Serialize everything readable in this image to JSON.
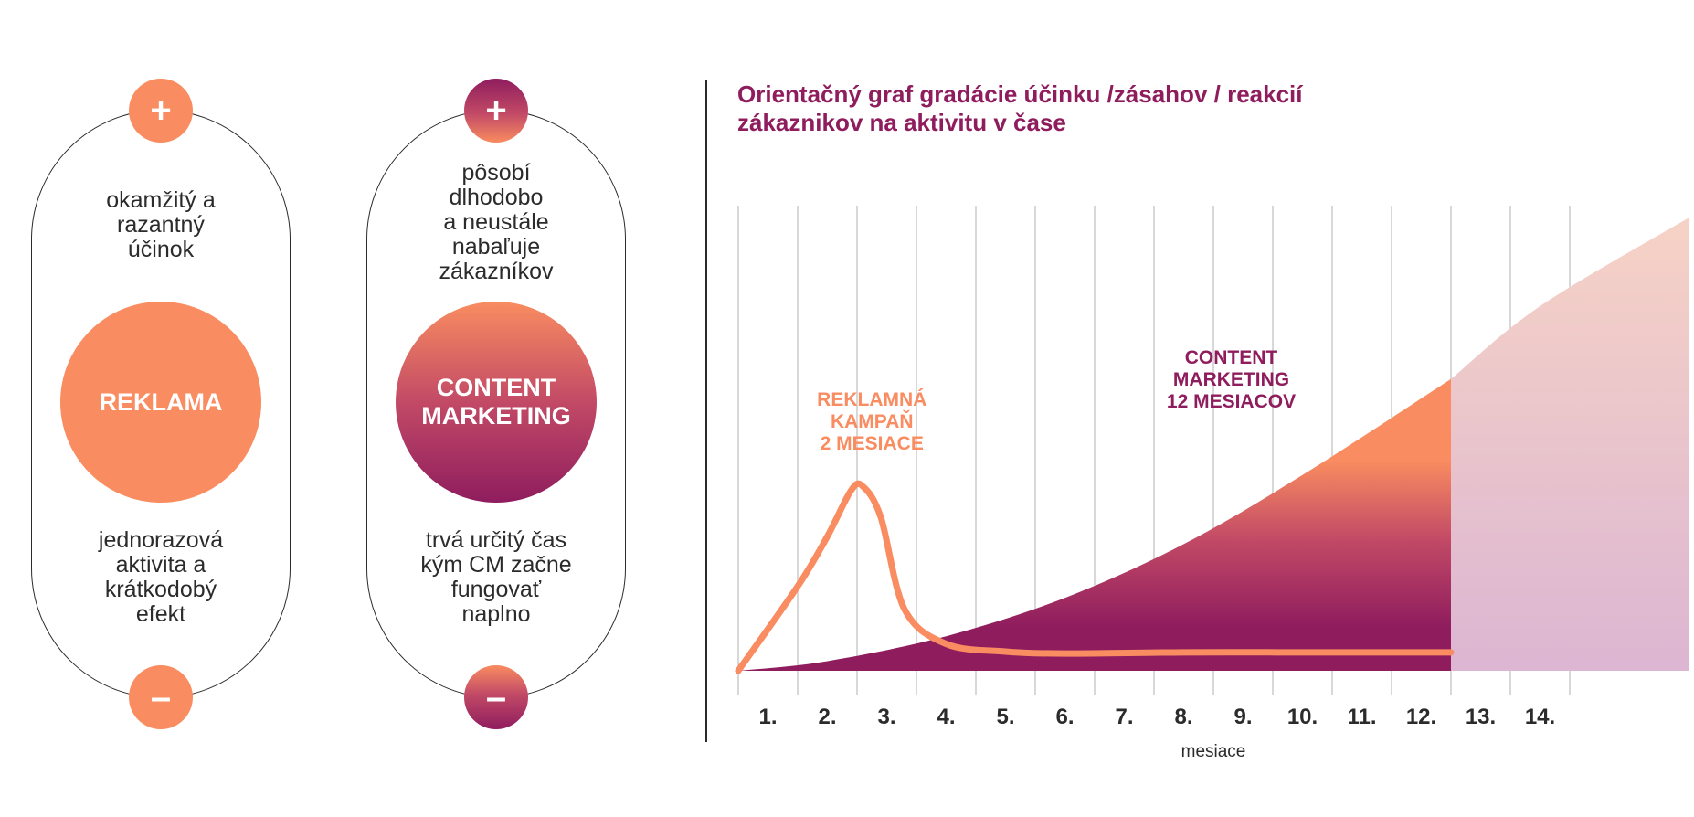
{
  "comparison": {
    "reklama": {
      "plus_symbol": "+",
      "minus_symbol": "–",
      "advantage": "okamžitý a\nrazantný\núčinok",
      "label": "REKLAMA",
      "disadvantage": "jednorazová\naktivita a\nkrátkodobý\nefekt"
    },
    "content_marketing": {
      "plus_symbol": "+",
      "minus_symbol": "–",
      "advantage": "pôsobí\ndlhodobo\na neustále\nnabaľuje\nzákazníkov",
      "label": "CONTENT\nMARKETING",
      "disadvantage": "trvá určitý čas\nkým CM začne\nfungovať\nnaplno"
    }
  },
  "chart_data": {
    "type": "area",
    "title": "Orientačný graf gradácie účinku /zásahov / reakcií zákaznikov na aktivitu v čase",
    "xlabel": "mesiace",
    "ylabel": "",
    "categories": [
      "1.",
      "2.",
      "3.",
      "4.",
      "5.",
      "6.",
      "7.",
      "8.",
      "9.",
      "10.",
      "11.",
      "12.",
      "13.",
      "14."
    ],
    "xlim": [
      0.5,
      16.5
    ],
    "ylim": [
      0,
      100
    ],
    "grid": true,
    "series": [
      {
        "name": "REKLAMNÁ KAMPAŇ 2 MESIACE",
        "type": "line",
        "color": "#f98c60",
        "x": [
          0.5,
          1.5,
          2.0,
          2.4,
          2.6,
          2.9,
          3.3,
          4.0,
          5.0,
          6.0,
          8.0,
          10.0,
          12.0,
          12.5
        ],
        "y": [
          0,
          22,
          35,
          47,
          48,
          40,
          16,
          7,
          5,
          4.5,
          4.8,
          4.8,
          4.8,
          4.8
        ]
      },
      {
        "name": "CONTENT MARKETING 12 MESIACOV",
        "type": "area",
        "color_top": "#f98c60",
        "color_bottom": "#8f1d5e",
        "x": [
          0.5,
          2,
          4,
          6,
          8,
          10,
          12.5
        ],
        "y": [
          0,
          2.5,
          9,
          19,
          33,
          51,
          76
        ]
      },
      {
        "name": "",
        "type": "area-faded",
        "color_top": "#f6d2c6",
        "color_bottom": "#dcb6d2",
        "x": [
          12.5,
          14,
          16.5
        ],
        "y": [
          76,
          95,
          118
        ]
      }
    ],
    "annotations": [
      {
        "text": "REKLAMNÁ\nKAMPAŇ\n2 MESIACE",
        "color": "#f98c60",
        "x": 2.75,
        "y": 69
      },
      {
        "text": "CONTENT\nMARKETING\n12 MESIACOV",
        "color": "#8f1d5e",
        "x": 8.8,
        "y": 80
      }
    ]
  }
}
